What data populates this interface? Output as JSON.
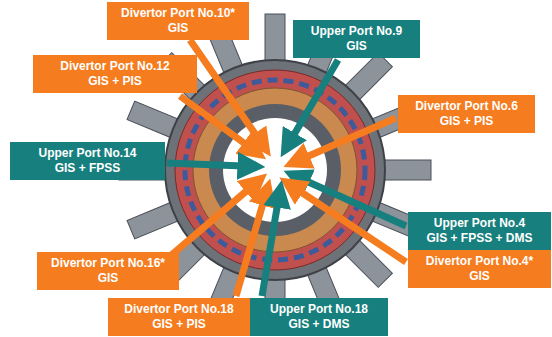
{
  "diagram": {
    "nodes": [
      {
        "text": [
          "Divertor Port No.10* GIS"
        ]
      },
      {
        "text": [
          "Upper Port No.9 GIS"
        ]
      },
      {
        "text": [
          "Divertor Port No.12 GIS + PIS"
        ]
      },
      {
        "text": [
          "Divertor Port No.6 GIS + PIS"
        ]
      },
      {
        "text": [
          "Upper Port No.14 GIS + FPSS"
        ]
      },
      {
        "text": [
          "Upper Port No.4 GIS + FPSS + DMS"
        ]
      },
      {
        "text": [
          "Divertor Port No.4* GIS"
        ]
      },
      {
        "text": [
          "Divertor Port No.16* GIS"
        ]
      },
      {
        "text": [
          "Divertor Port No.18 GIS + PIS"
        ]
      },
      {
        "text": [
          "Upper Port No.18 GIS + DMS"
        ]
      }
    ]
  }
}
